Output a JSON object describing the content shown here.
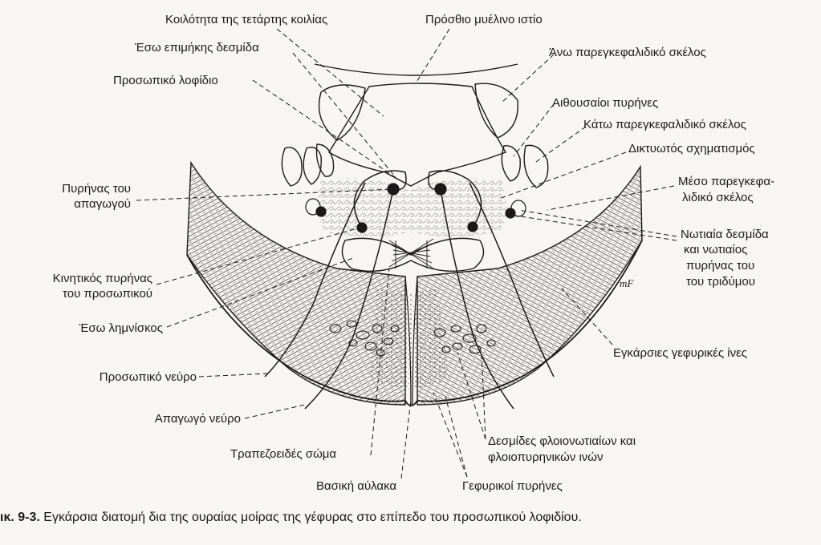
{
  "labels": {
    "fourth_ventricle": "Κοιλότητα της τετάρτης κοιλίας",
    "anterior_medullary_velum": "Πρόσθιο μυέλινο ιστίο",
    "medial_longitudinal_fasciculus": "Έσω επιμήκης δεσμίδα",
    "superior_cerebellar_peduncle": "Άνω παρεγκεφαλιδικό σκέλος",
    "facial_colliculus": "Προσωπικό λοφίδιο",
    "vestibular_nuclei": "Αιθουσαίοι πυρήνες",
    "inferior_cerebellar_peduncle": "Κάτω παρεγκεφαλιδικό σκέλος",
    "reticular_formation": "Δικτυωτός σχηματισμός",
    "abducens_nucleus_line1": "Πυρήνας του",
    "abducens_nucleus_line2": "απαγωγού",
    "middle_cerebellar_peduncle_line1": "Μέσο παρεγκεφα-",
    "middle_cerebellar_peduncle_line2": "λιδικό σκέλος",
    "spinal_trigeminal_line1": "Νωτιαία δεσμίδα",
    "spinal_trigeminal_line2": "και νωτιαίος",
    "spinal_trigeminal_line3": "πυρήνας του",
    "spinal_trigeminal_line4": "του τριδύμου",
    "facial_motor_nucleus_line1": "Κινητικός πυρήνας",
    "facial_motor_nucleus_line2": "του προσωπικού",
    "medial_lemniscus": "Έσω λημνίσκος",
    "transverse_pontine_fibers": "Εγκάρσιες γεφυρικές ίνες",
    "facial_nerve": "Προσωπικό νεύρο",
    "abducens_nerve": "Απαγωγό νεύρο",
    "corticospinal_line1": "Δεσμίδες φλοιονωτιαίων και",
    "corticospinal_line2": "φλοιοπυρηνικών ινών",
    "trapezoid_body": "Τραπεζοειδές σώμα",
    "basilar_sulcus": "Βασική αύλακα",
    "pontine_nuclei": "Γεφυρικοί πυρήνες",
    "mf_mark": "mF"
  },
  "caption": {
    "figure_number": "ικ. 9-3.",
    "text": "Εγκάρσια διατομή δια της ουραίας μοίρας της γέφυρας στο επίπεδο του προσωπικού λοφιδίου."
  },
  "colors": {
    "ink": "#1a1a1a",
    "paper": "#f7f6f2"
  }
}
